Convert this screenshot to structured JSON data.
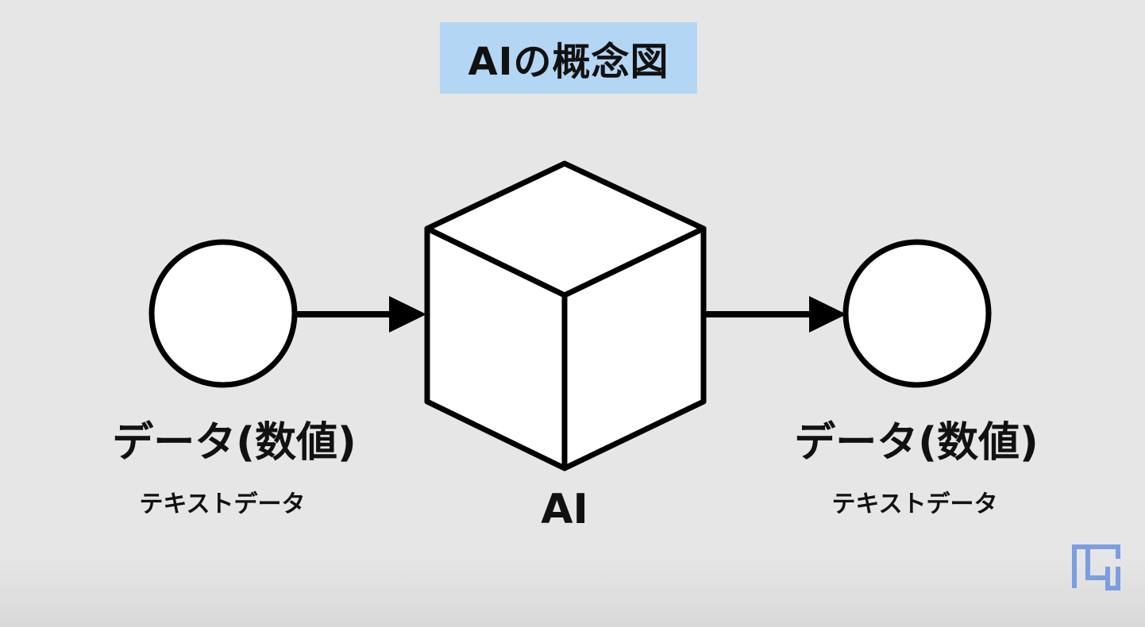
{
  "title": "AIの概念図",
  "input_node": {
    "label": "データ(数値)",
    "sublabel": "テキストデータ"
  },
  "process_node": {
    "label": "AI"
  },
  "output_node": {
    "label": "データ(数値)",
    "sublabel": "テキストデータ"
  },
  "colors": {
    "background": "#e6e6e6",
    "title_background": "#b3d6f4",
    "stroke": "#000000",
    "fill": "#ffffff",
    "logo": "#7a9ee0"
  },
  "logo_icon": "bracket-logo-icon"
}
